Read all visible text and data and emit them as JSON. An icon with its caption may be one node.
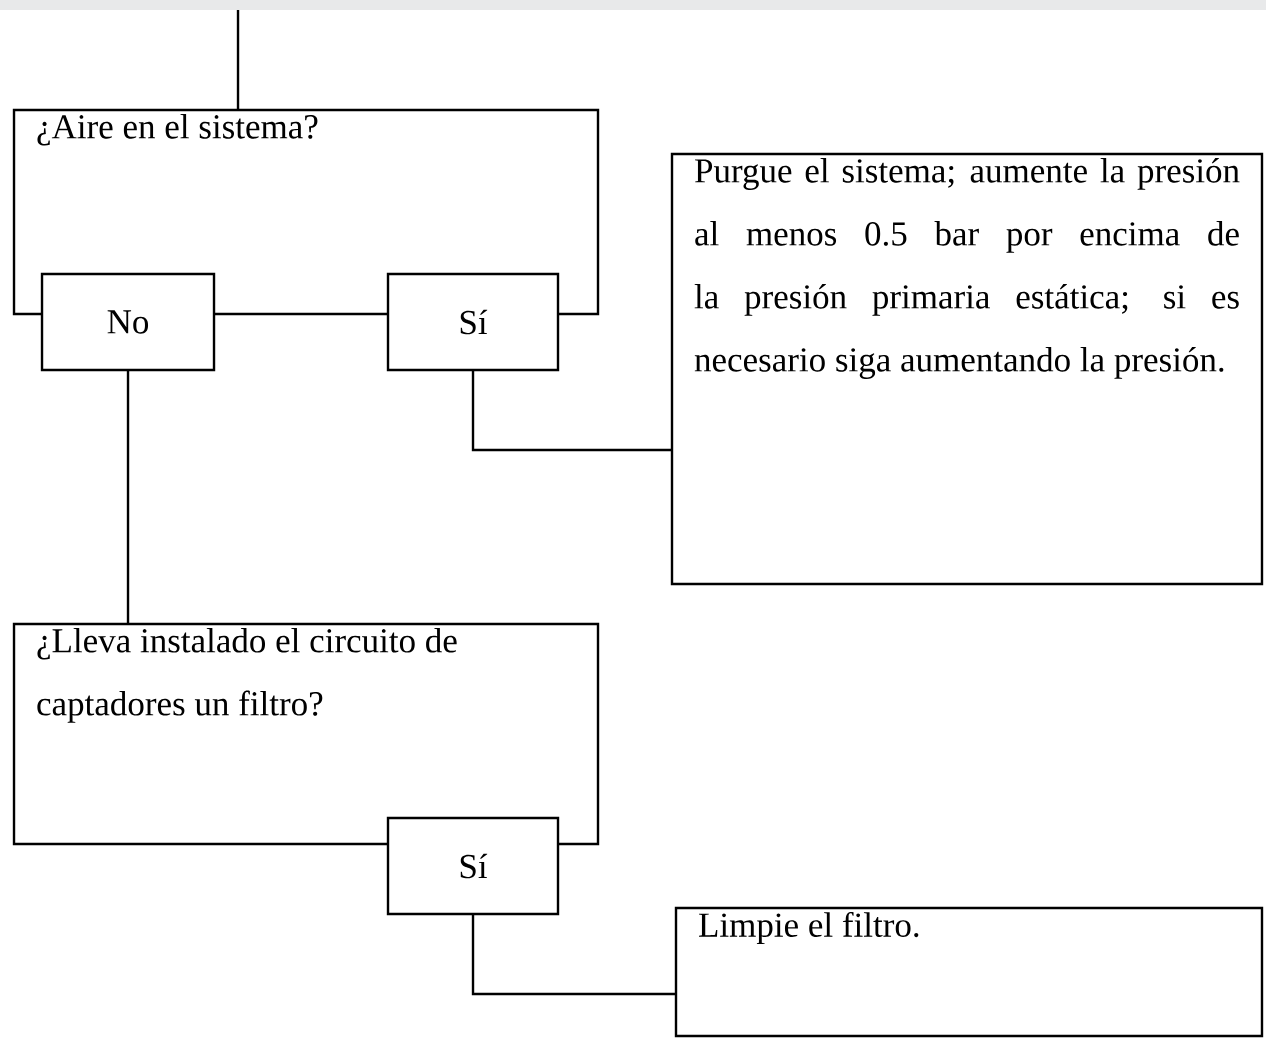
{
  "diagram": {
    "nodes": [
      {
        "text": [
          "¿Aire en el sistema?"
        ]
      },
      {
        "text": [
          "No"
        ]
      },
      {
        "text": [
          "Sí"
        ]
      },
      {
        "text": [
          "Purgue el sistema; aumente la presión al menos 0.5 bar por encima de la presión primaria estática; si es necesario siga aumentando la presión."
        ]
      },
      {
        "text": [
          "¿Lleva instalado el circuito de captadores un filtro?"
        ]
      },
      {
        "text": [
          "Sí"
        ]
      },
      {
        "text": [
          "Limpie el filtro."
        ]
      }
    ],
    "edges": [
      {
        "from": null,
        "to": 0,
        "arrow": "none"
      },
      {
        "from": 1,
        "to": 4,
        "arrow": "none"
      },
      {
        "from": 2,
        "to": 3,
        "arrow": "none"
      },
      {
        "from": 5,
        "to": 6,
        "arrow": "none"
      }
    ]
  }
}
